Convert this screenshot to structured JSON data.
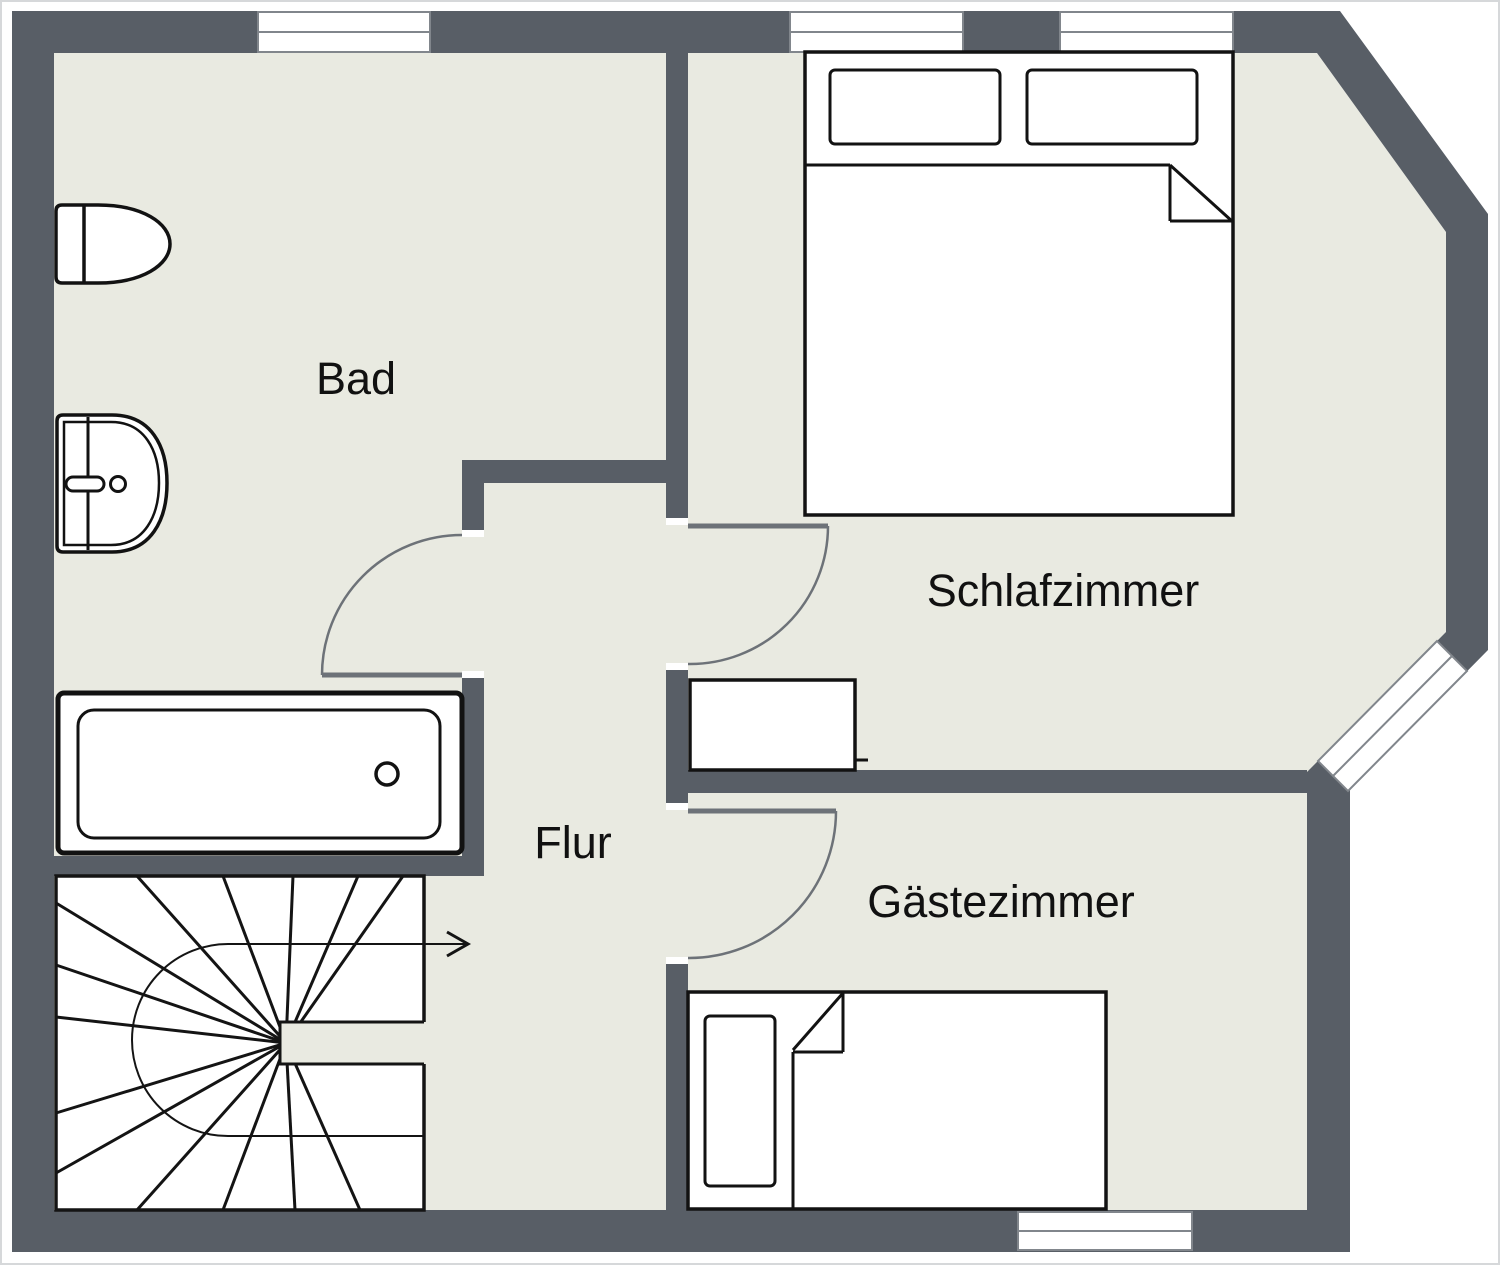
{
  "plan": {
    "type": "floor-plan",
    "language": "de"
  },
  "rooms": {
    "bad": {
      "label": "Bad"
    },
    "schlafzimmer": {
      "label": "Schlafzimmer"
    },
    "flur": {
      "label": "Flur"
    },
    "gaestezimmer": {
      "label": "Gästezimmer"
    }
  },
  "fixtures": {
    "toilet": "toilet-icon",
    "washbasin": "washbasin-icon",
    "bathtub": "bathtub-icon",
    "double_bed": "double-bed-icon",
    "single_bed": "single-bed-icon",
    "dresser": "dresser-icon",
    "staircase": "winder-staircase-icon",
    "stair_arrow": "up-direction-arrow-icon"
  },
  "counts": {
    "windows": 5,
    "doors": 3
  },
  "colors": {
    "wall": "#585e66",
    "floor": "#e9eae1",
    "fixture_fill": "#ffffff",
    "outline": "#121212",
    "door_swing": "#6d7278",
    "window_frame": "#81868c",
    "frame_border": "#d6d8da",
    "background": "#ffffff"
  }
}
